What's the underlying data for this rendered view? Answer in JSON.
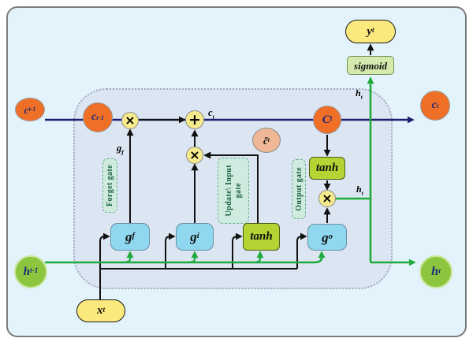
{
  "nodes": {
    "c_prev_outer": {
      "base": "c",
      "sub": "t-1"
    },
    "c_prev_inner": {
      "base": "c",
      "sub": "t-1"
    },
    "c_cell": {
      "base": "C",
      "sub": "t"
    },
    "c_out": {
      "base": "c",
      "sub": "t"
    },
    "h_prev": {
      "base": "h",
      "sub": "t-1"
    },
    "h_out": {
      "base": "h",
      "sub": "t"
    },
    "x_in": {
      "base": "x",
      "sub": "t"
    },
    "y_out": {
      "base": "y",
      "sub": "t"
    },
    "c_tilde": {
      "base": "c̃",
      "sub": "t"
    },
    "sigmoid": {
      "label": "sigmoid"
    },
    "tanh_cell": {
      "label": "tanh"
    },
    "tanh_input": {
      "label": "tanh"
    },
    "g_f": {
      "base": "g",
      "sub": "f"
    },
    "g_i": {
      "base": "g",
      "sub": "i"
    },
    "g_o": {
      "base": "g",
      "sub": "o"
    }
  },
  "gate_labels": {
    "forget": "Forget gate",
    "update_line1": "Update\\ Input",
    "update_line2": "gate",
    "output": "Output gate"
  },
  "wire_labels": {
    "c_t": {
      "base": "c",
      "sub": "t"
    },
    "g_f": {
      "base": "g",
      "sub": "f"
    },
    "h_t_top": {
      "base": "h",
      "sub": "t"
    },
    "h_t_mid": {
      "base": "h",
      "sub": "t"
    }
  },
  "operators": {
    "multiply": "×",
    "add": "+"
  },
  "colors": {
    "outer_bg": "#e2f3fb",
    "cell_bg": "#dce6f3",
    "node_orange": "#f06f26",
    "node_green": "#8cc63e",
    "node_yellow": "#fce97d",
    "gate_blue": "#8fd8f0",
    "tanh_green": "#b4d434",
    "sigmoid_green": "#d5e9ad",
    "gate_label_mint": "#cfeadf",
    "operator_yellow": "#f6ea8c",
    "c_wire": "#1e1e70",
    "h_wire": "#1faa3c",
    "black_wire": "#111111"
  }
}
